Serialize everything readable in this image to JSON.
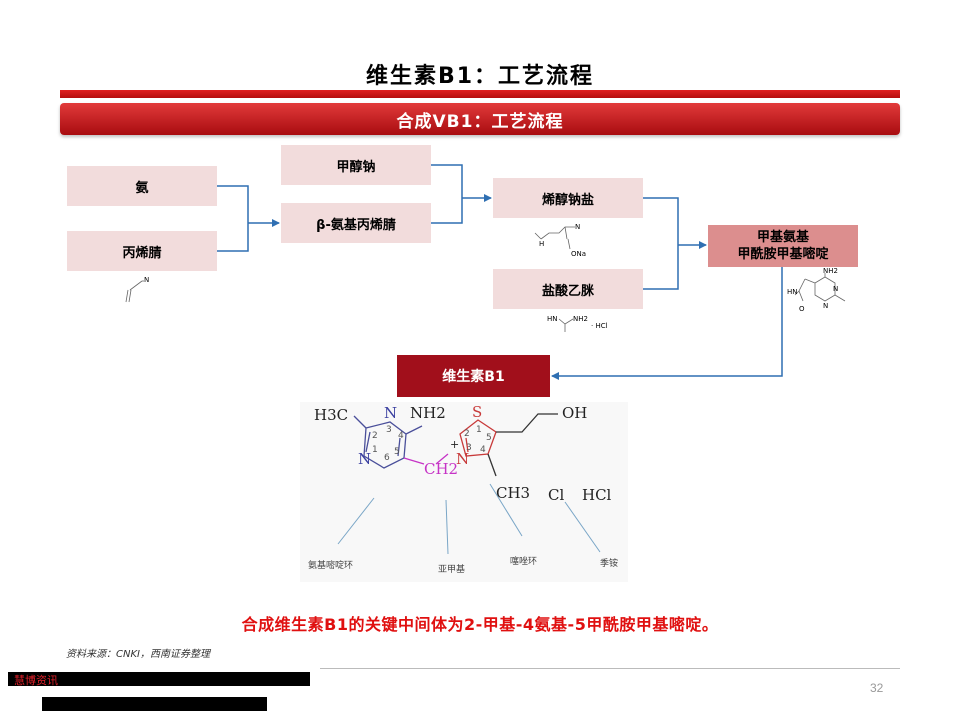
{
  "page": {
    "title": "维生素B1：工艺流程",
    "banner": "合成VB1：工艺流程",
    "conclusion": "合成维生素B1的关键中间体为2-甲基-4氨基-5甲酰胺甲基嘧啶。",
    "source": "资料来源：CNKI，西南证券整理",
    "page_number": "32",
    "footer_watermark": "慧博资讯"
  },
  "flow": {
    "ammonia": "氨",
    "acrylonitrile": "丙烯腈",
    "sodium_methoxide": "甲醇钠",
    "beta_aminoacrylonitrile": "β-氨基丙烯腈",
    "enol_sodium_salt": "烯醇钠盐",
    "acetamidine_hcl": "盐酸乙脒",
    "intermediate_line1": "甲基氨基",
    "intermediate_line2": "甲酰胺甲基嘧啶",
    "vitamin_b1": "维生素B1"
  },
  "small_structures": {
    "acrylonitrile_n": "N",
    "enol_h": "H",
    "enol_n": "N",
    "enol_ona": "ONa",
    "amidine_hn": "HN",
    "amidine_nh2": "NH2",
    "amidine_hcl": "· HCl",
    "pyr_nh2": "NH2",
    "pyr_hn": "HN",
    "pyr_n1": "N",
    "pyr_n2": "N",
    "pyr_o": "O"
  },
  "structure": {
    "h3c": "H3C",
    "n_top": "N",
    "nh2": "NH2",
    "s": "S",
    "oh": "OH",
    "n_left": "N",
    "plus": "+",
    "n_thz": "N",
    "ch2": "CH2",
    "ch3": "CH3",
    "cl": "Cl",
    "hcl": "HCl",
    "num_1": "1",
    "num_2": "2",
    "num_3": "3",
    "num_4": "4",
    "num_5": "5",
    "num_6": "6",
    "tnum_1": "1",
    "tnum_2": "2",
    "tnum_3": "3",
    "tnum_4": "4",
    "tnum_5": "5",
    "label_pyrimidine": "氨基嘧啶环",
    "label_methylene": "亚甲基",
    "label_thiazole": "噻唑环",
    "label_quaternary": "季铵"
  }
}
